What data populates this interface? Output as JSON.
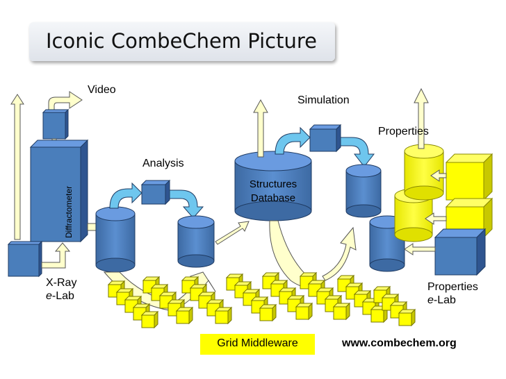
{
  "title": "Iconic CombeChem Picture",
  "labels": {
    "video": "Video",
    "simulation": "Simulation",
    "properties_top": "Properties",
    "analysis": "Analysis",
    "structures_line1": "Structures",
    "structures_line2": "Database",
    "diffractometer": "Diffractometer",
    "xray_line1": "X-Ray",
    "xray_prefix": "e",
    "xray_line2": "-Lab",
    "props_line1": "Properties",
    "props_prefix": "e",
    "props_line2": "-Lab",
    "grid_middleware": "Grid Middleware",
    "url": "www.combechem.org"
  },
  "colors": {
    "blue_box": "#4a7ebb",
    "blue_dark": "#1f3b63",
    "light_blue": "#6ec6ee",
    "yellow": "#ffff00",
    "yellow_dark": "#c8c800",
    "cream": "#ffffcc"
  }
}
